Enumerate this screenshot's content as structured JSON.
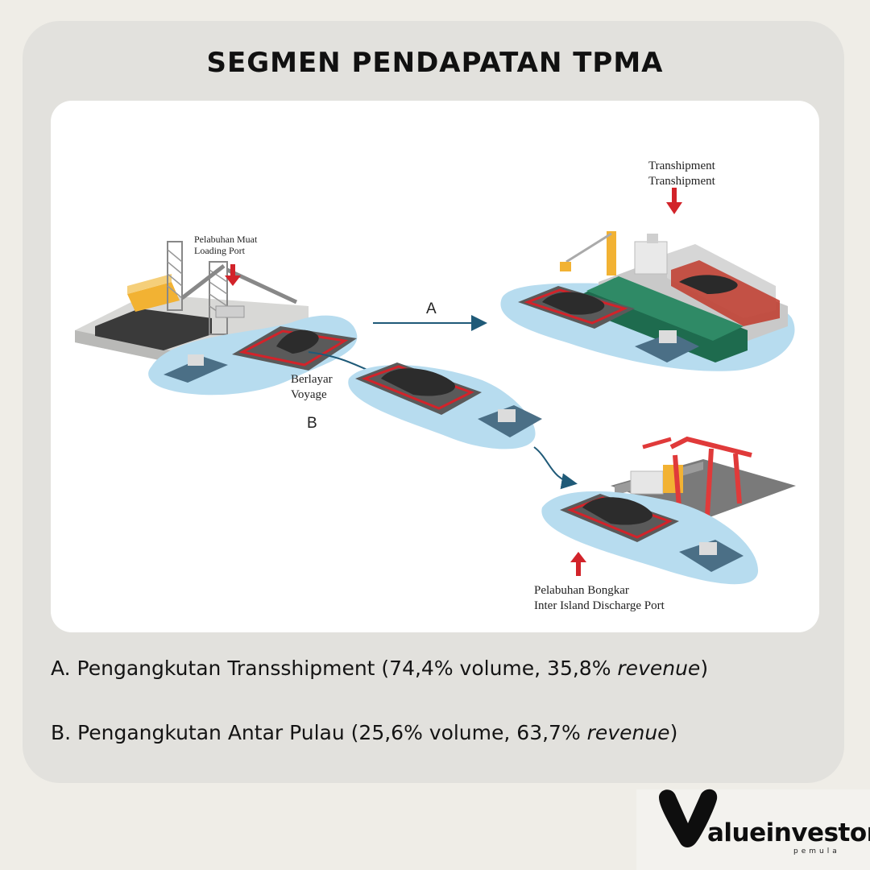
{
  "title": "SEGMEN PENDAPATAN TPMA",
  "diagram": {
    "loading_port": {
      "line1": "Pelabuhan Muat",
      "line2": "Loading Port"
    },
    "transhipment": {
      "line1": "Transhipment",
      "line2": "Transhipment"
    },
    "voyage": {
      "line1": "Berlayar",
      "line2": "Voyage"
    },
    "discharge": {
      "line1": "Pelabuhan Bongkar",
      "line2": "Inter Island Discharge Port"
    },
    "route_a": "A",
    "route_b": "B"
  },
  "segments": [
    {
      "prefix": "A. Pengangkutan Transshipment (74,4% volume, 35,8% ",
      "emph": "revenue",
      "suffix": ")"
    },
    {
      "prefix": "B. Pengangkutan Antar Pulau (25,6% volume, 63,7% ",
      "emph": "revenue",
      "suffix": ")"
    }
  ],
  "logo": {
    "text": "alueinvestor",
    "sub": "pemula"
  },
  "colors": {
    "background": "#efede7",
    "card": "#e2e1dd",
    "water": "#b7dcef",
    "arrow": "#d2232a",
    "route": "#1f5a78"
  }
}
